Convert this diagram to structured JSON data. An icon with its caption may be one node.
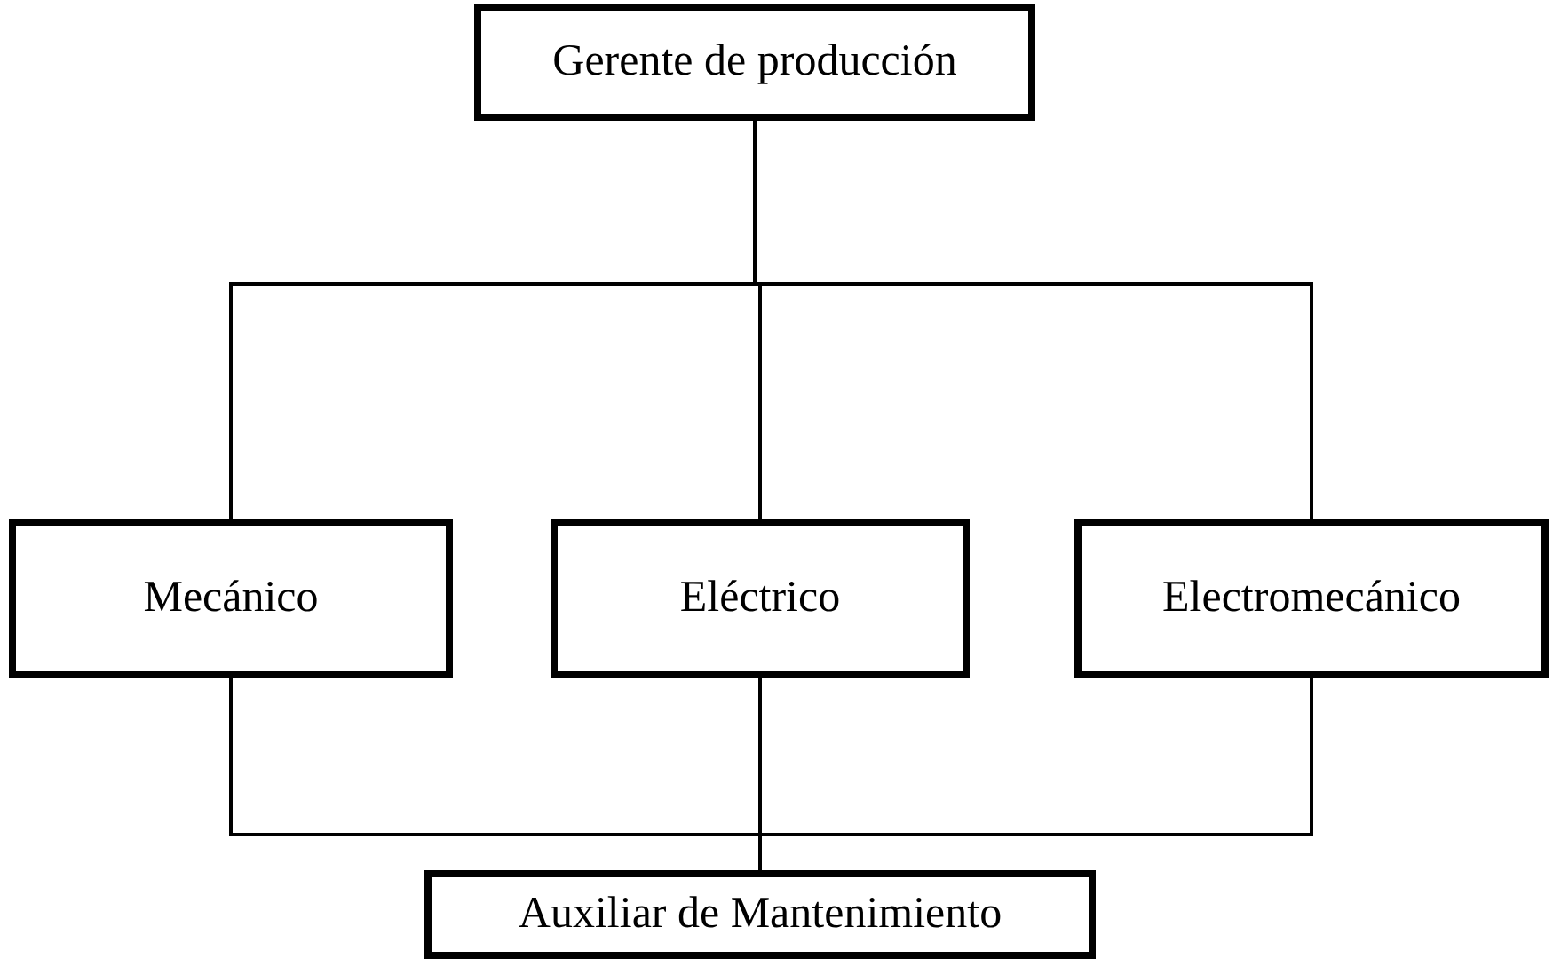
{
  "diagram": {
    "nodes": [
      {
        "text": [
          "Gerente de producción"
        ]
      },
      {
        "text": [
          "Mecánico"
        ]
      },
      {
        "text": [
          "Eléctrico"
        ]
      },
      {
        "text": [
          "Electromecánico"
        ]
      },
      {
        "text": [
          "Auxiliar de Mantenimiento"
        ]
      }
    ],
    "edges": [
      {
        "from": 0,
        "to": 1,
        "arrow": "none"
      },
      {
        "from": 0,
        "to": 2,
        "arrow": "none"
      },
      {
        "from": 0,
        "to": 3,
        "arrow": "none"
      },
      {
        "from": 1,
        "to": 4,
        "arrow": "none"
      },
      {
        "from": 2,
        "to": 4,
        "arrow": "none"
      },
      {
        "from": 3,
        "to": 4,
        "arrow": "none"
      }
    ]
  }
}
